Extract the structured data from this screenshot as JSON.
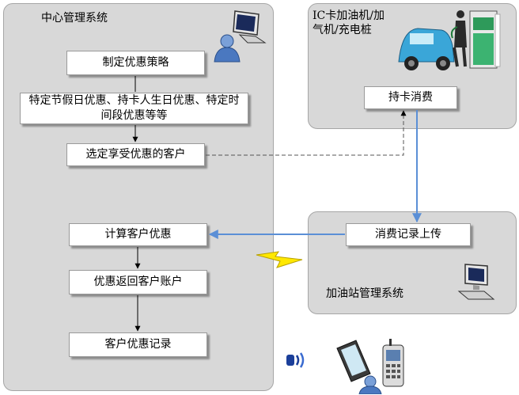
{
  "center_panel": {
    "title": "中心管理系统",
    "steps": [
      "制定优惠策略",
      "特定节假日优惠、持卡人生日优惠、特定时间段优惠等等",
      "选定享受优惠的客户",
      "计算客户优惠",
      "优惠返回客户账户",
      "客户优惠记录"
    ]
  },
  "terminal_panel": {
    "title_line1": "IC卡加油机/加",
    "title_line2": "气机/充电桩",
    "step": "持卡消费"
  },
  "station_panel": {
    "title": "加油站管理系统",
    "step": "消费记录上传"
  },
  "icons": [
    "computer-user-icon",
    "fuel-pump-car-icon",
    "lightning-icon",
    "computer-icon",
    "wireless-signal-icon",
    "mobile-devices-icon"
  ],
  "colors": {
    "panel": "#d8d8d8",
    "flow_arrow": "#5b8fd6",
    "lightning": "#ffe800"
  }
}
